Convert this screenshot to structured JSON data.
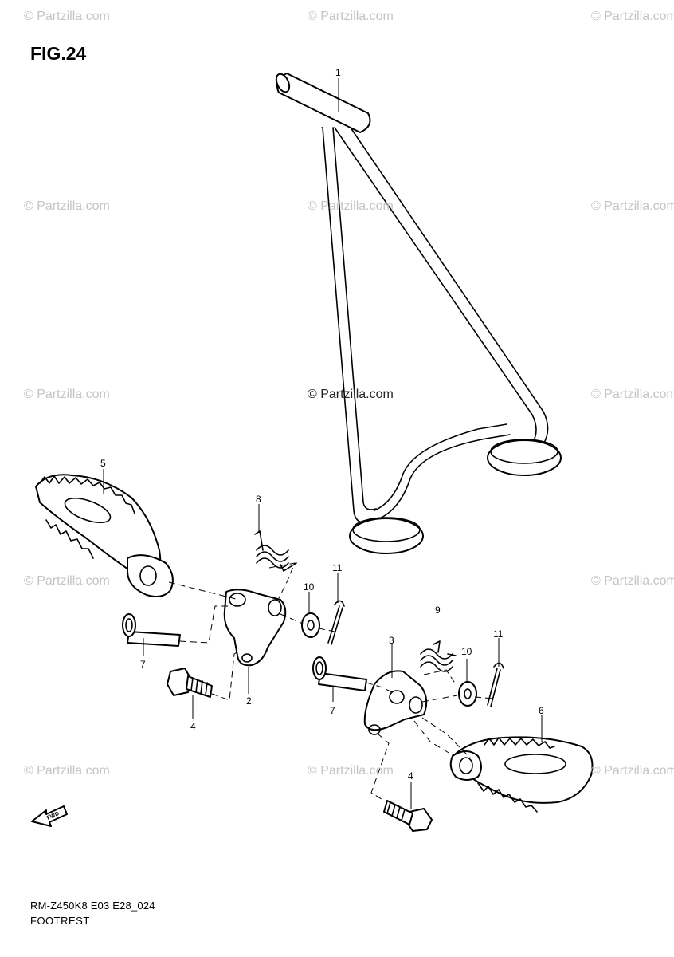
{
  "figure": {
    "title": "FIG.24",
    "model_code": "RM-Z450K8 E03 E28_024",
    "section_name": "FOOTREST"
  },
  "watermark": {
    "text": "© Partzilla.com",
    "center_text": "© Partzilla.com"
  },
  "callouts": [
    "1",
    "2",
    "3",
    "4",
    "4",
    "5",
    "6",
    "7",
    "7",
    "8",
    "9",
    "10",
    "10",
    "11",
    "11"
  ],
  "front_indicator": {
    "label": "FWD",
    "icon": "fwd-arrow-icon"
  }
}
